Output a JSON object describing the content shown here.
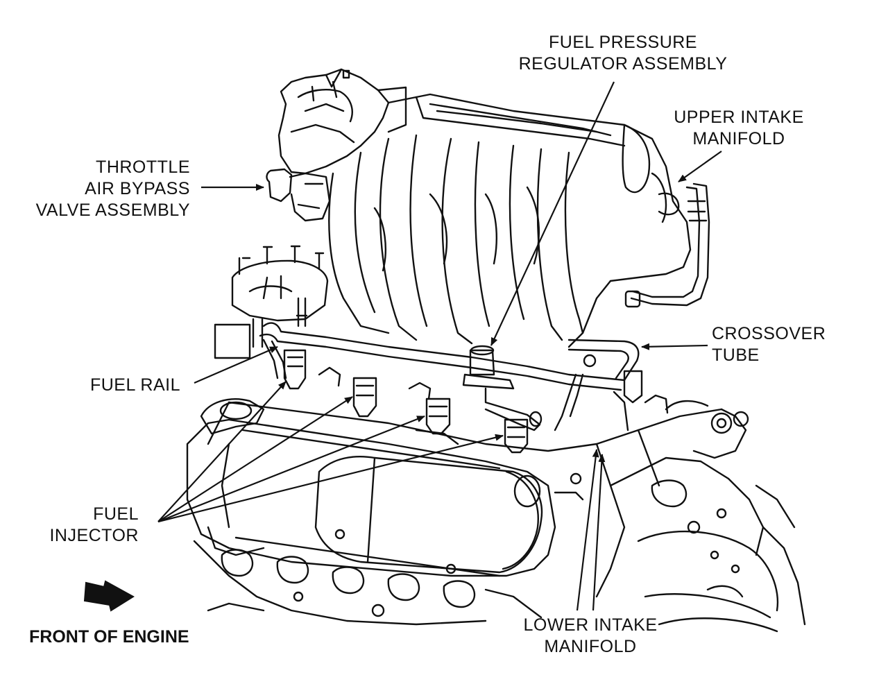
{
  "labels": {
    "fuel_pressure_regulator": [
      "FUEL PRESSURE",
      "REGULATOR ASSEMBLY"
    ],
    "upper_intake_manifold": [
      "UPPER INTAKE",
      "MANIFOLD"
    ],
    "throttle_air_bypass": [
      "THROTTLE",
      "AIR BYPASS",
      "VALVE ASSEMBLY"
    ],
    "crossover_tube": [
      "CROSSOVER",
      "TUBE"
    ],
    "fuel_rail": [
      "FUEL RAIL"
    ],
    "fuel_injector": [
      "FUEL",
      "INJECTOR"
    ],
    "lower_intake_manifold": [
      "LOWER INTAKE",
      "MANIFOLD"
    ],
    "front_of_engine": "FRONT OF ENGINE"
  },
  "colors": {
    "ink": "#111111",
    "paper": "#ffffff"
  }
}
